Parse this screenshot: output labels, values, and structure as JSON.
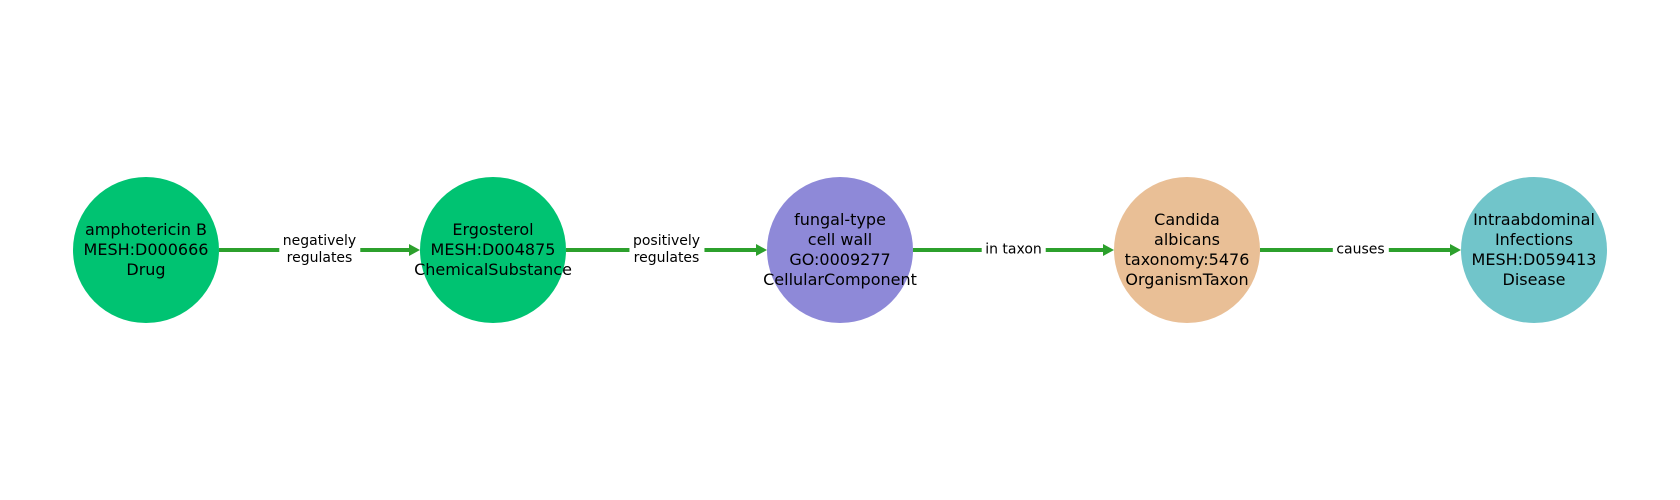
{
  "nodes": [
    {
      "lines": [
        "amphotericin B",
        "MESH:D000666",
        "Drug"
      ],
      "color": "#00c372"
    },
    {
      "lines": [
        "Ergosterol",
        "MESH:D004875",
        "ChemicalSubstance"
      ],
      "color": "#00c372"
    },
    {
      "lines": [
        "fungal-type",
        "cell wall",
        "GO:0009277",
        "CellularComponent"
      ],
      "color": "#8e89d8"
    },
    {
      "lines": [
        "Candida",
        "albicans",
        "taxonomy:5476",
        "OrganismTaxon"
      ],
      "color": "#e9bf96"
    },
    {
      "lines": [
        "Intraabdominal",
        "Infections",
        "MESH:D059413",
        "Disease"
      ],
      "color": "#71c5ca"
    }
  ],
  "edges": [
    {
      "from": 0,
      "to": 1,
      "lines": [
        "negatively",
        "regulates"
      ]
    },
    {
      "from": 1,
      "to": 2,
      "lines": [
        "positively",
        "regulates"
      ]
    },
    {
      "from": 2,
      "to": 3,
      "lines": [
        "in taxon"
      ]
    },
    {
      "from": 3,
      "to": 4,
      "lines": [
        "causes"
      ]
    }
  ],
  "edge_color": "#2ca02c"
}
